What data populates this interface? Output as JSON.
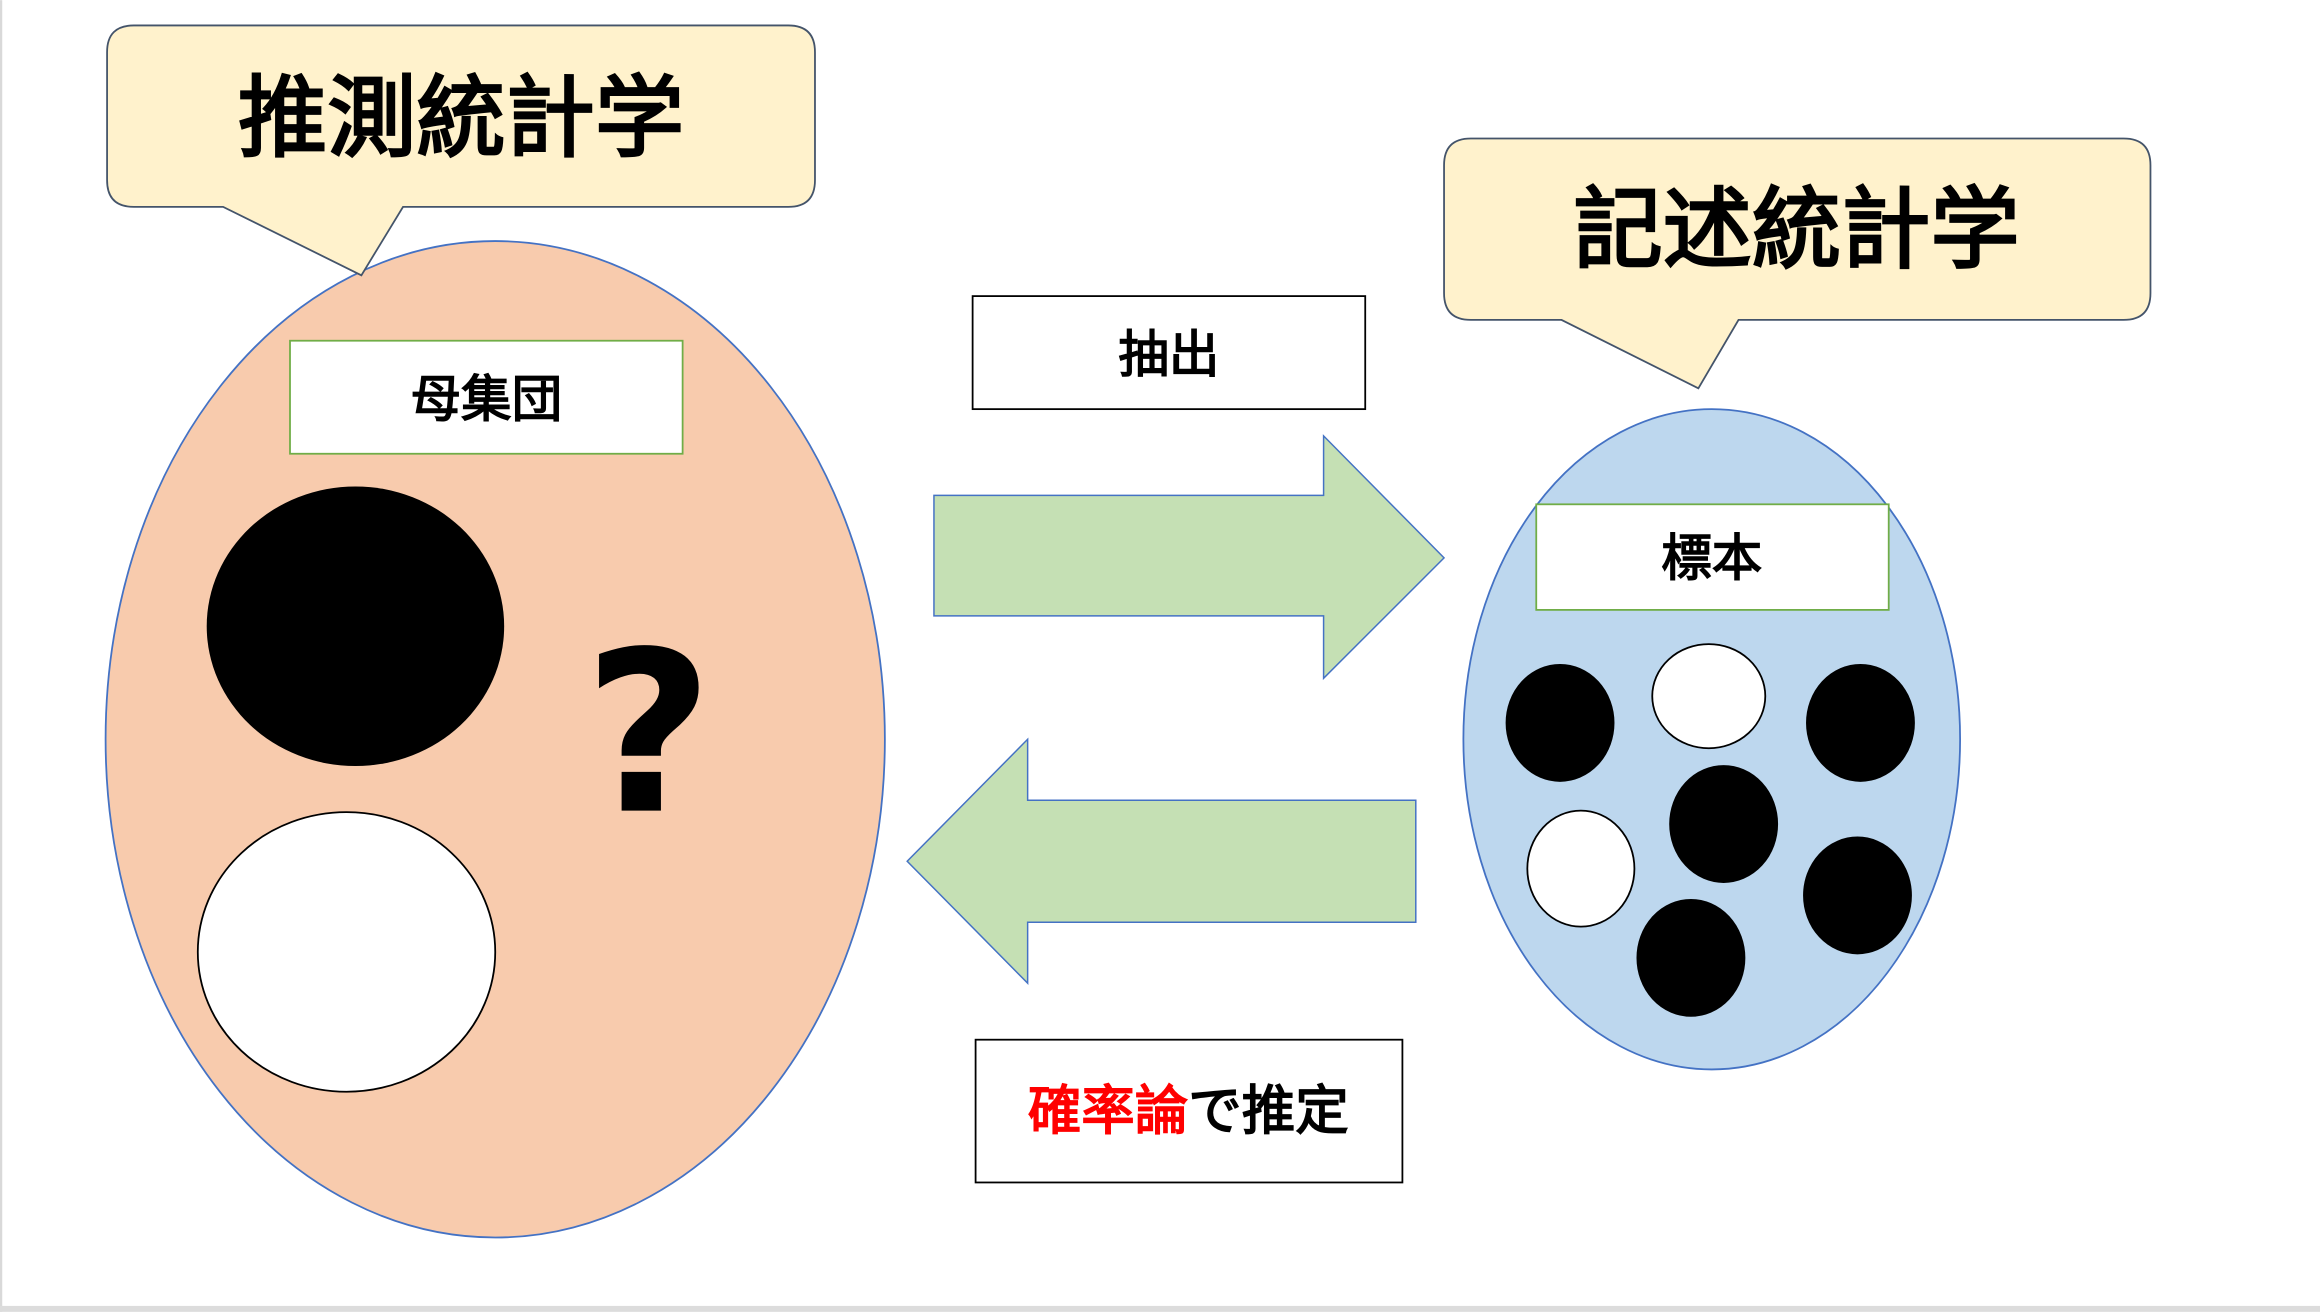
{
  "callouts": {
    "inferential": "推測統計学",
    "descriptive": "記述統計学"
  },
  "population": {
    "label": "母集団",
    "unknown_mark": "?"
  },
  "sample": {
    "label": "標本",
    "balls": [
      "black",
      "white",
      "black",
      "black",
      "white",
      "black",
      "black"
    ]
  },
  "arrows": {
    "extract_label": "抽出",
    "estimate_label_red": "確率論",
    "estimate_label_black": "で推定"
  },
  "colors": {
    "callout_fill": "#FFF2CC",
    "population_fill": "#F8CBAD",
    "sample_fill": "#BDD7EE",
    "arrow_fill": "#C5E0B4",
    "outline_blue": "#4472C4",
    "label_border_green": "#70AD47",
    "emphasis_red": "#FF0000"
  }
}
